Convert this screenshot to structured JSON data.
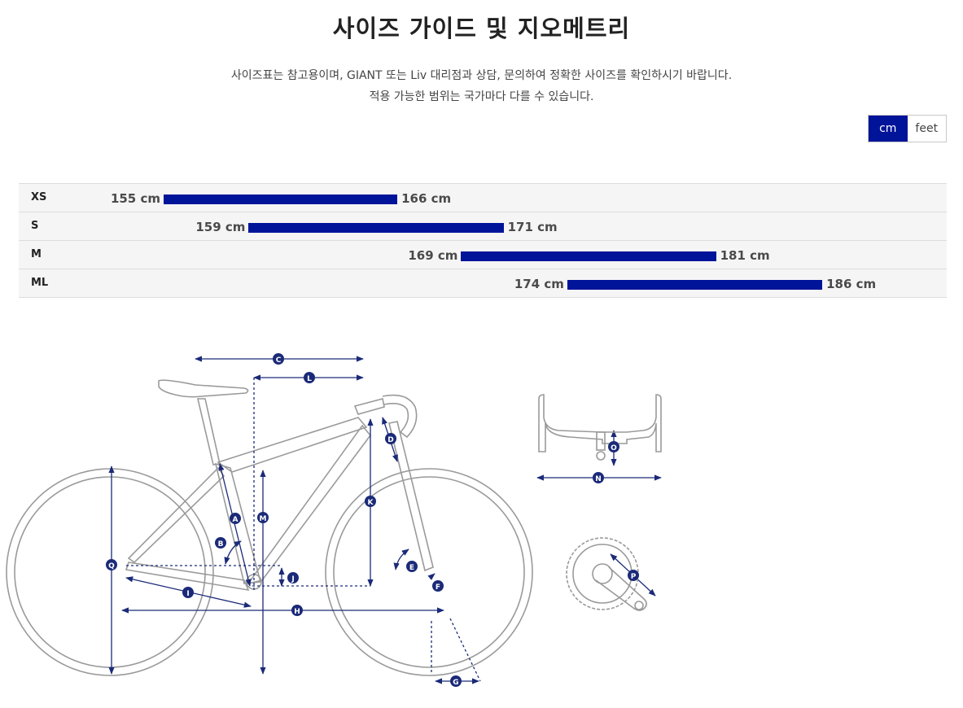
{
  "page": {
    "title": "사이즈 가이드 및 지오메트리",
    "description_line1": "사이즈표는 참고용이며, GIANT 또는 Liv 대리점과 상담, 문의하여 정확한 사이즈를 확인하시기 바랍니다.",
    "description_line2": "적용 가능한 범위는 국가마다 다를 수 있습니다."
  },
  "unit_toggle": {
    "options": [
      "cm",
      "feet"
    ],
    "selected": "cm"
  },
  "size_chart": {
    "accent_color": "#001499",
    "rows": [
      {
        "size": "XS",
        "min_label": "155 cm",
        "max_label": "166 cm",
        "min": 155,
        "max": 166
      },
      {
        "size": "S",
        "min_label": "159 cm",
        "max_label": "171 cm",
        "min": 159,
        "max": 171
      },
      {
        "size": "M",
        "min_label": "169 cm",
        "max_label": "181 cm",
        "min": 169,
        "max": 181
      },
      {
        "size": "ML",
        "min_label": "174 cm",
        "max_label": "186 cm",
        "min": 174,
        "max": 186
      }
    ]
  },
  "geometry_labels": {
    "A": "A",
    "B": "B",
    "C": "C",
    "D": "D",
    "E": "E",
    "F": "F",
    "G": "G",
    "H": "H",
    "I": "I",
    "J": "J",
    "K": "K",
    "L": "L",
    "M": "M",
    "N": "N",
    "O": "O",
    "P": "P",
    "Q": "Q"
  }
}
